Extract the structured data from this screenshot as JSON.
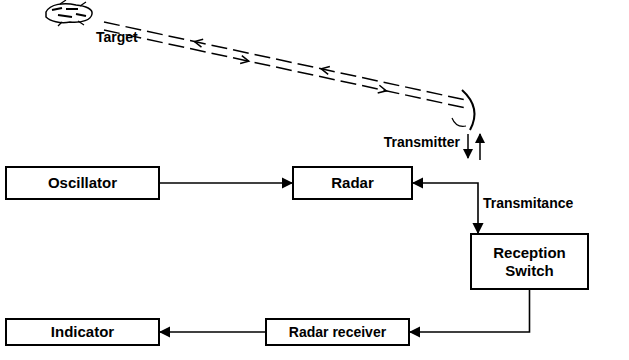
{
  "diagram": {
    "nodes": [
      {
        "text": [
          "Oscillator"
        ]
      },
      {
        "text": [
          "Radar"
        ]
      },
      {
        "text": [
          "Reception Switch"
        ]
      },
      {
        "text": [
          "Radar receiver"
        ]
      },
      {
        "text": [
          "Indicator"
        ]
      }
    ],
    "edges": [
      {
        "from": 0,
        "to": 1,
        "arrow": "to"
      },
      {
        "from": 1,
        "to": 2,
        "label": "Transmitance",
        "arrow": "both"
      },
      {
        "from": 2,
        "to": 3,
        "arrow": "to"
      },
      {
        "from": 3,
        "to": 4,
        "arrow": "to"
      }
    ],
    "labels": [
      "Target",
      "Transmitter"
    ]
  }
}
